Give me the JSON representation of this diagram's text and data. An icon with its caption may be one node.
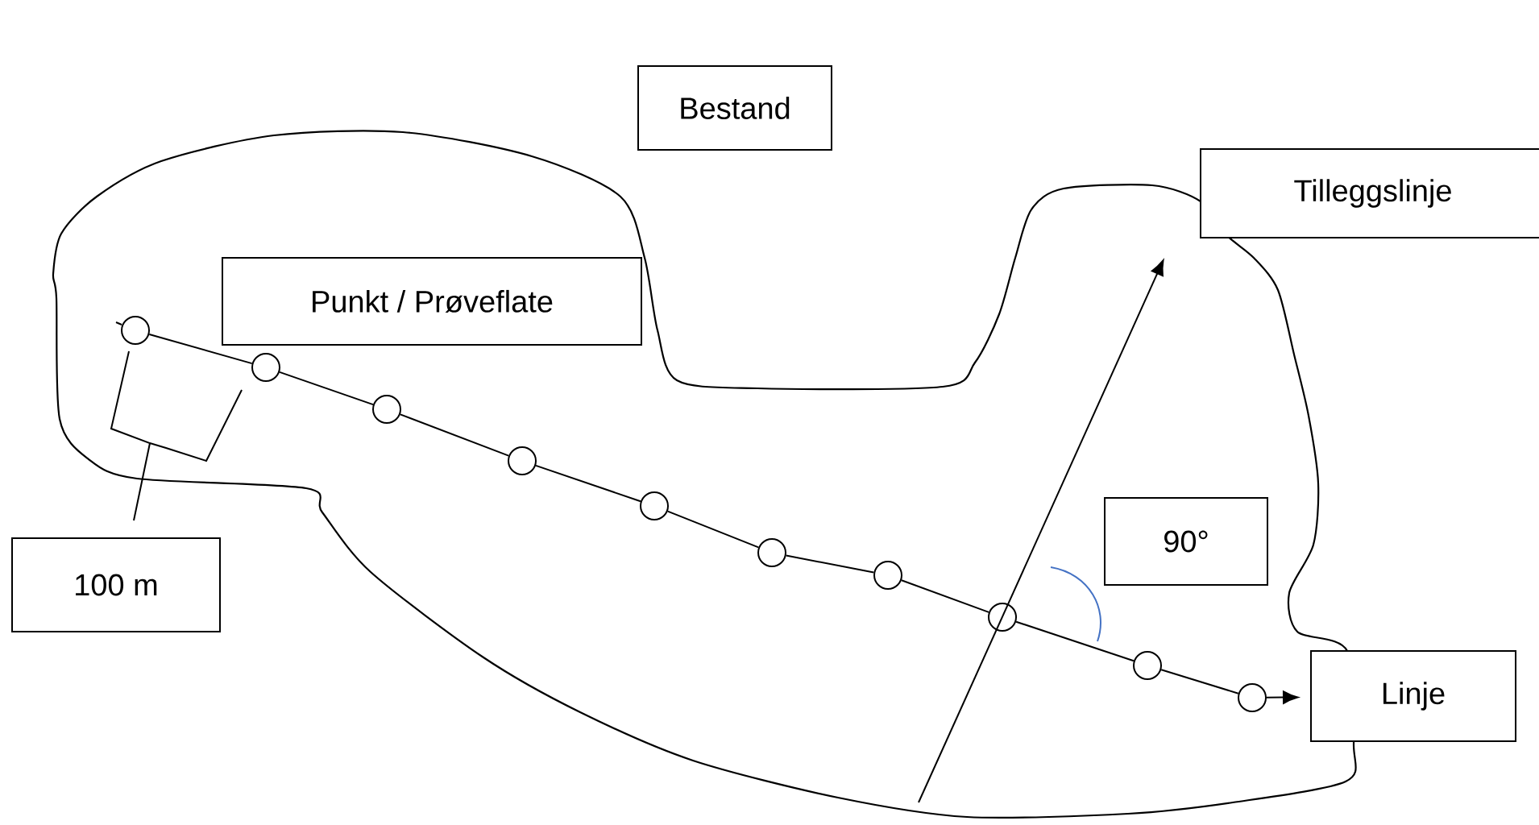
{
  "diagram": {
    "nodes": [
      {
        "text": [
          "Bestand"
        ]
      },
      {
        "text": [
          "Tilleggslinje"
        ]
      },
      {
        "text": [
          "Punkt / Prøveflate"
        ]
      },
      {
        "text": [],
        "shape": "circle"
      },
      {
        "text": [],
        "shape": "circle"
      },
      {
        "text": [],
        "shape": "circle"
      },
      {
        "text": [],
        "shape": "circle"
      },
      {
        "text": [],
        "shape": "circle"
      },
      {
        "text": [],
        "shape": "circle"
      },
      {
        "text": [],
        "shape": "circle"
      },
      {
        "text": [],
        "shape": "circle"
      },
      {
        "text": [],
        "shape": "circle"
      },
      {
        "text": [],
        "shape": "circle"
      },
      {
        "text": [
          "90°"
        ]
      },
      {
        "text": [
          "100 m"
        ]
      },
      {
        "text": [
          "Linje"
        ]
      }
    ],
    "edges": [
      {
        "from": 3,
        "to": 4,
        "arrow": "none"
      },
      {
        "from": 4,
        "to": 5,
        "arrow": "none"
      },
      {
        "from": 5,
        "to": 6,
        "arrow": "none"
      },
      {
        "from": 6,
        "to": 7,
        "arrow": "none"
      },
      {
        "from": 7,
        "to": 8,
        "arrow": "none"
      },
      {
        "from": 8,
        "to": 9,
        "arrow": "none"
      },
      {
        "from": 9,
        "to": 10,
        "arrow": "none"
      },
      {
        "from": 10,
        "to": 11,
        "arrow": "none"
      },
      {
        "from": 11,
        "to": 12,
        "arrow": "none"
      },
      {
        "from": 12,
        "to": 15,
        "arrow": "to"
      },
      {
        "from": null,
        "to": 1,
        "arrow": "to"
      }
    ]
  }
}
